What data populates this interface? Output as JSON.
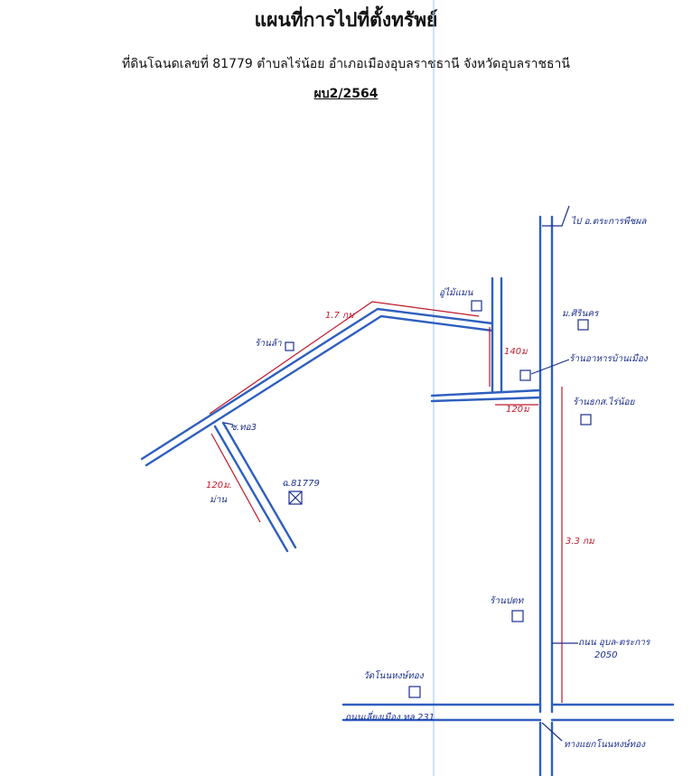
{
  "header": {
    "title": "แผนที่การไปที่ตั้งทรัพย์",
    "subtitle": "ที่ดินโฉนดเลขที่ 81779 ตำบลไร่น้อย อำเภอเมืองอุบลราชธานี จังหวัดอุบลราชธานี",
    "case_no": "ผบ2/2564"
  },
  "map": {
    "colors": {
      "road": "#2f5fbf",
      "measure": "#c0172b",
      "ink": "#1c2f8f",
      "fold_line": "#9cc4e8"
    },
    "landmarks": {
      "to_trakan": "ไป อ.ตระการพืชผล",
      "village_top": "ม.ศิรินคร",
      "shop": "ร้านอาหารบ้านเมือง",
      "bank": "ร้านธกส.ไร่น้อย",
      "uthai_shop": "อู่ไม้แมน",
      "rice_shop": "ร้านล้า",
      "soi": "ซ.ทอ3",
      "property": "ฉ.81779",
      "post_office": "ร้านปตท",
      "temple": "วัดโนนหงษ์ทอง",
      "road_231": "ถนนเลี่ยงเมือง ทล 231",
      "road_2050": "ถนน อุบล-ตระการ\n2050",
      "junction": "ทางแยกโนนหงษ์ทอง"
    },
    "distances": {
      "diagonal": "1.7 กม",
      "vertical_small": "140ม",
      "horizontal_small": "120ม",
      "soi_length": "120ม.",
      "soi_length_sub": "ม่าน",
      "highway_length": "3.3 กม"
    }
  }
}
